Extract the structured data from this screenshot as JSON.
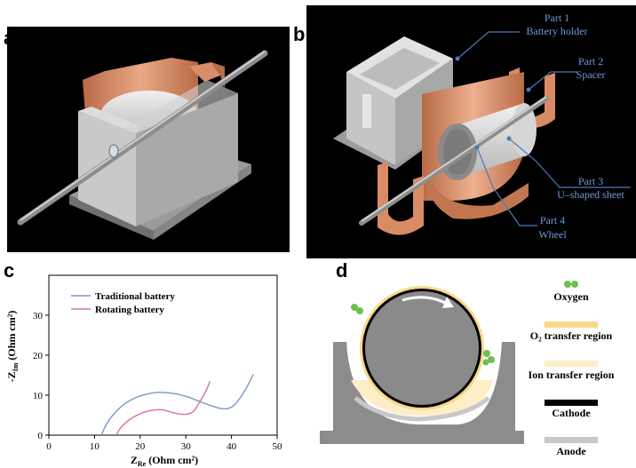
{
  "panels": {
    "a": {
      "label": "a"
    },
    "b": {
      "label": "b",
      "parts": [
        {
          "name": "Part 1",
          "desc": "Battery holder"
        },
        {
          "name": "Part 2",
          "desc": "Spacer"
        },
        {
          "name": "Part 3",
          "desc": "U–shaped sheet"
        },
        {
          "name": "Part 4",
          "desc": "Wheel"
        }
      ]
    },
    "c": {
      "label": "c"
    },
    "d": {
      "label": "d",
      "legend": [
        {
          "text": "Oxygen",
          "color": "#6fbf4b",
          "kind": "dots"
        },
        {
          "text": "O₂ transfer  region",
          "color": "#f8d98a",
          "kind": "bar"
        },
        {
          "text": "Ion transfer  region",
          "color": "#fdeec8",
          "kind": "bar"
        },
        {
          "text": "Cathode",
          "color": "#000000",
          "kind": "bar"
        },
        {
          "text": "Anode",
          "color": "#c8c8c8",
          "kind": "bar"
        }
      ]
    }
  },
  "chart_data": {
    "type": "line",
    "xlabel_main": "Z",
    "xlabel_sub": "Re",
    "xlabel_unit": " (Ohm cm²)",
    "ylabel_main": "-Z",
    "ylabel_sub": "Im",
    "ylabel_unit": " (Ohm cm²)",
    "xlim": [
      0,
      50
    ],
    "ylim": [
      0,
      40
    ],
    "xticks": [
      "0",
      "10",
      "20",
      "30",
      "40",
      "50"
    ],
    "yticks": [
      "0",
      "10",
      "20",
      "30"
    ],
    "series": [
      {
        "name": "Traditional battery",
        "color": "#7f96c9",
        "x": [
          11.5,
          12.5,
          14,
          16,
          18,
          20,
          22,
          24,
          26,
          28,
          30,
          32,
          34,
          36,
          37.5,
          39,
          40.5,
          42,
          43.5,
          44.8
        ],
        "y": [
          0,
          2.5,
          5,
          7.3,
          8.8,
          9.8,
          10.4,
          10.7,
          10.6,
          10.3,
          9.7,
          8.9,
          8.0,
          7.2,
          6.7,
          6.6,
          7.4,
          9.5,
          12.3,
          15.2
        ]
      },
      {
        "name": "Rotating battery",
        "color": "#d470a8",
        "x": [
          14.8,
          15.5,
          17,
          19,
          21,
          23,
          25,
          27,
          28.5,
          30,
          31.5,
          32.5,
          33.5,
          34.5,
          35.3
        ],
        "y": [
          0,
          1.5,
          3.3,
          4.8,
          5.8,
          6.3,
          6.3,
          5.7,
          5.3,
          5.2,
          5.8,
          7.3,
          9.2,
          11.3,
          13.5
        ]
      }
    ]
  }
}
